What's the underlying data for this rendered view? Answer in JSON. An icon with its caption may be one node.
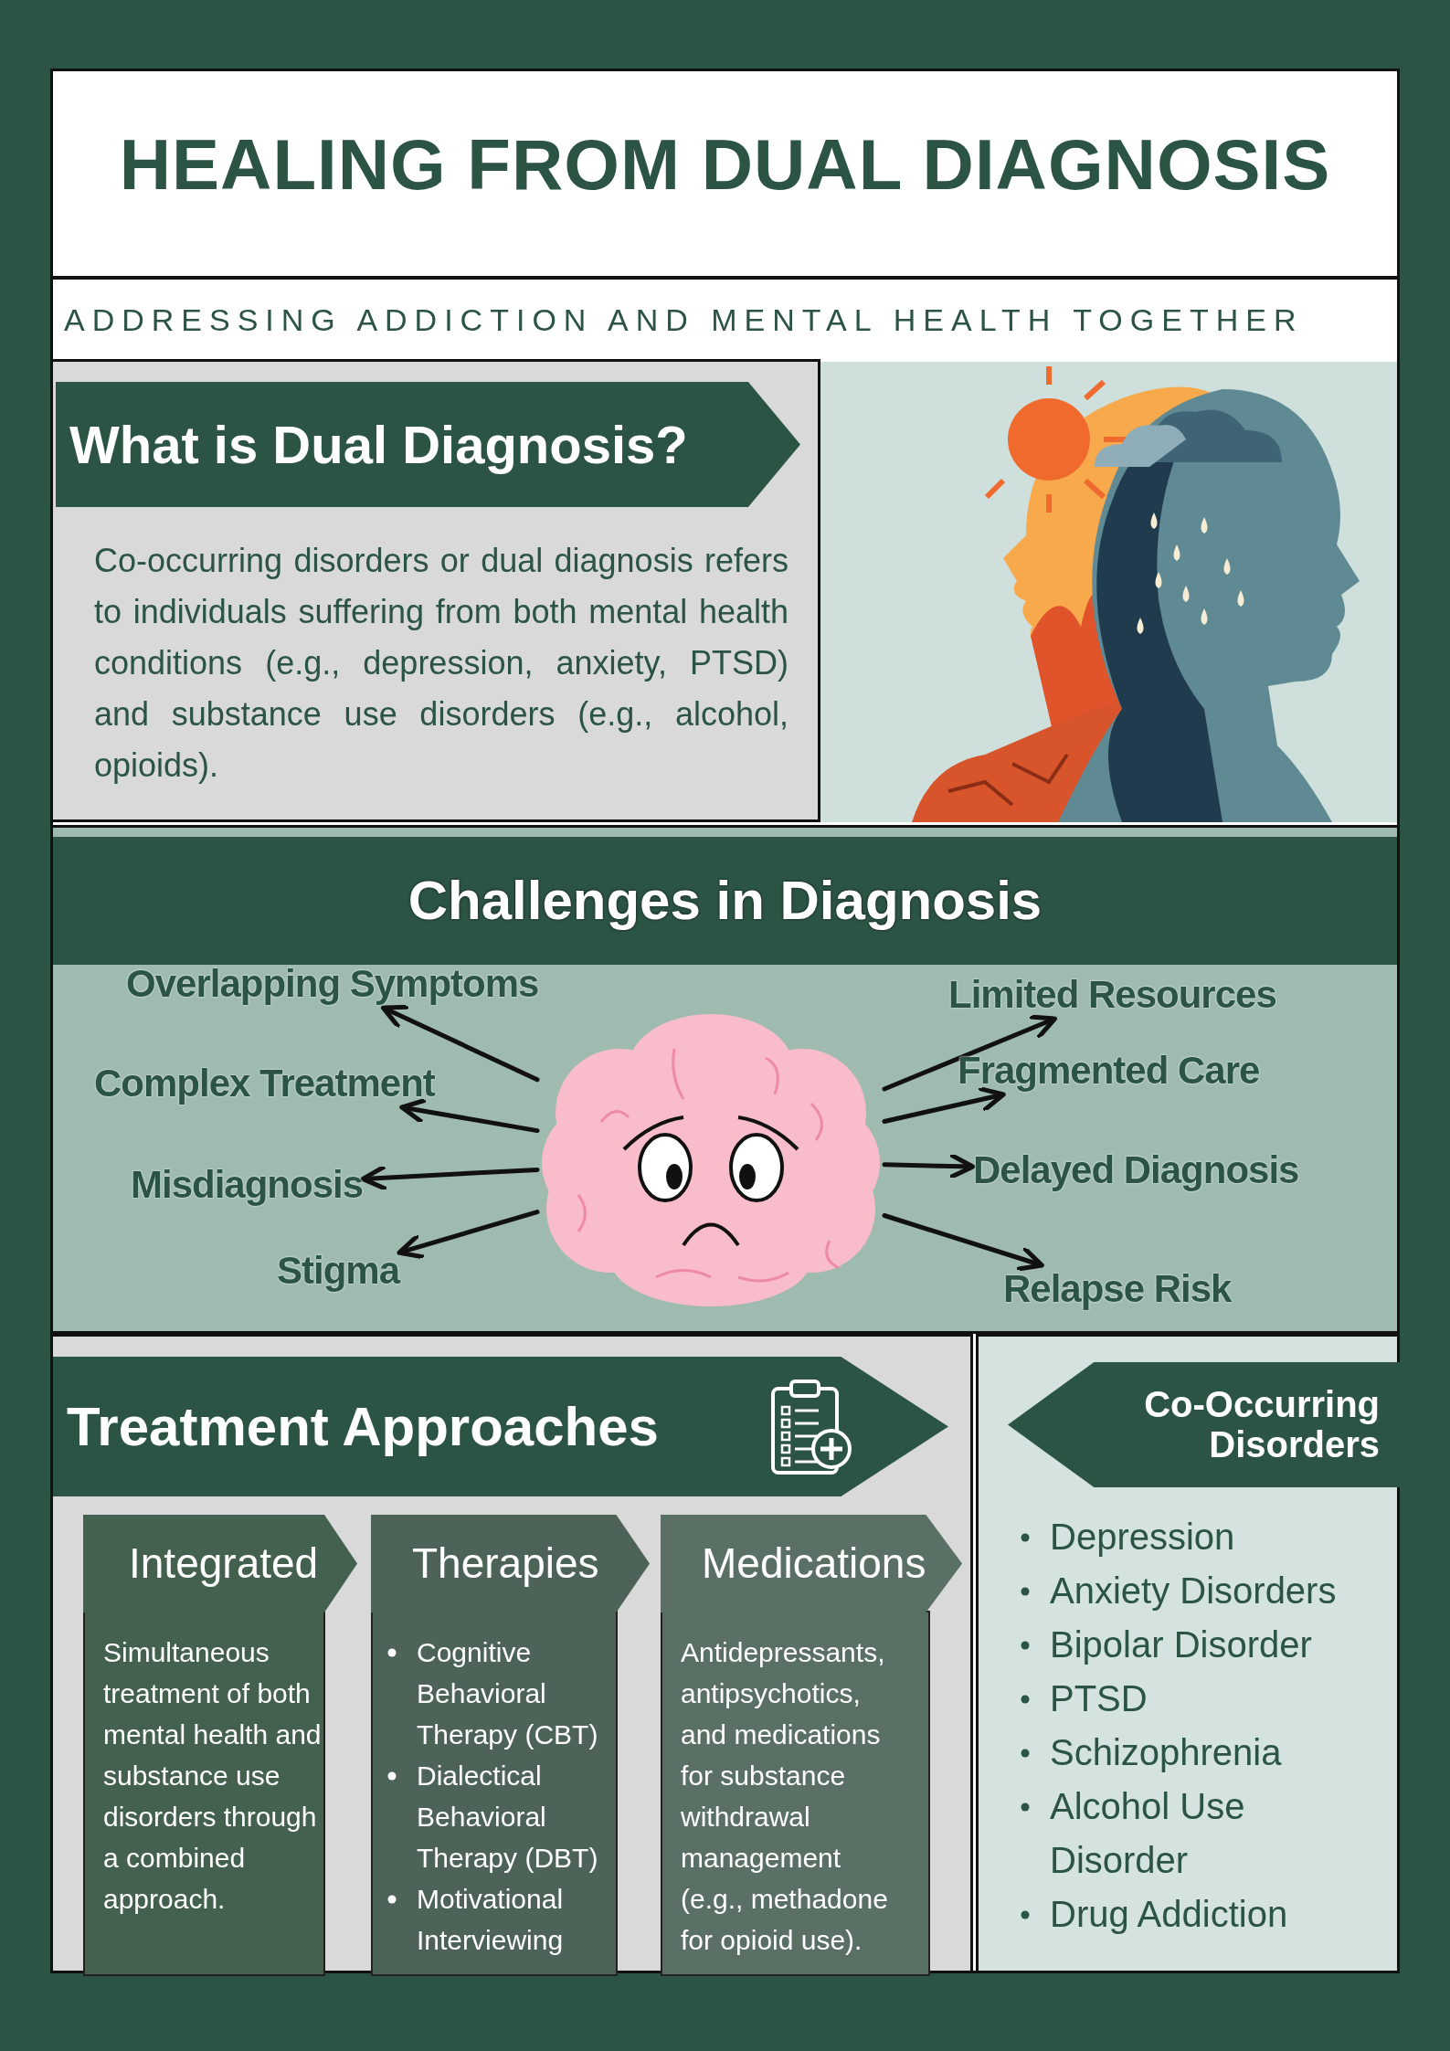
{
  "diagram": {
    "title": "HEALING FROM DUAL DIAGNOSIS",
    "nodes": [
      {
        "text": [
          "What is Dual Diagnosis?",
          "Co-occurring disorders or dual diagnosis refers to individuals suffering from both mental health conditions (e.g., depression, anxiety, PTSD) and substance use disorders (e.g., alcohol, opioids)."
        ]
      },
      {
        "text": [
          "Challenges in Diagnosis"
        ]
      },
      {
        "text": [],
        "shape": "picture",
        "in": 1
      },
      {
        "text": [
          "Overlapping Symptoms"
        ],
        "in": 1
      },
      {
        "text": [
          "Limited Resources"
        ],
        "in": 1
      },
      {
        "text": [
          "Complex Treatment"
        ],
        "in": 1
      },
      {
        "text": [
          "Fragmented Care"
        ],
        "in": 1
      },
      {
        "text": [
          "Misdiagnosis"
        ],
        "in": 1
      },
      {
        "text": [
          "Delayed Diagnosis"
        ],
        "in": 1
      },
      {
        "text": [
          "Stigma"
        ],
        "in": 1
      },
      {
        "text": [
          "Relapse Risk"
        ],
        "in": 1
      },
      {
        "text": [
          "Treatment Approaches"
        ]
      },
      {
        "text": [
          "Integrated",
          "Simultaneous treatment of both mental health and substance use disorders through a combined approach."
        ],
        "in": 11
      },
      {
        "text": [
          "Therapies",
          "Cognitive Behavioral Therapy (CBT)",
          "Dialectical Behavioral Therapy (DBT)",
          "Motivational Interviewing"
        ],
        "in": 11
      },
      {
        "text": [
          "Medications",
          "Antidepressants, antipsychotics, and medications for substance withdrawal management (e.g., methadone for opioid use)."
        ],
        "in": 11
      },
      {
        "text": [
          "Co-Occurring Disorders",
          "Depression",
          "Anxiety Disorders",
          "Bipolar Disorder",
          "PTSD",
          "Schizophrenia",
          "Alcohol Use Disorder",
          "Drug Addiction"
        ]
      }
    ],
    "edges": [
      {
        "from": 2,
        "to": 3,
        "arrow": "to"
      },
      {
        "from": 2,
        "to": 4,
        "arrow": "to"
      },
      {
        "from": 2,
        "to": 5,
        "arrow": "to"
      },
      {
        "from": 2,
        "to": 6,
        "arrow": "to"
      },
      {
        "from": 2,
        "to": 7,
        "arrow": "to"
      },
      {
        "from": 2,
        "to": 8,
        "arrow": "to"
      },
      {
        "from": 2,
        "to": 9,
        "arrow": "to"
      },
      {
        "from": 2,
        "to": 10,
        "arrow": "to"
      }
    ],
    "labels": [
      "ADDRESSING ADDICTION AND MENTAL HEALTH TOGETHER"
    ]
  }
}
